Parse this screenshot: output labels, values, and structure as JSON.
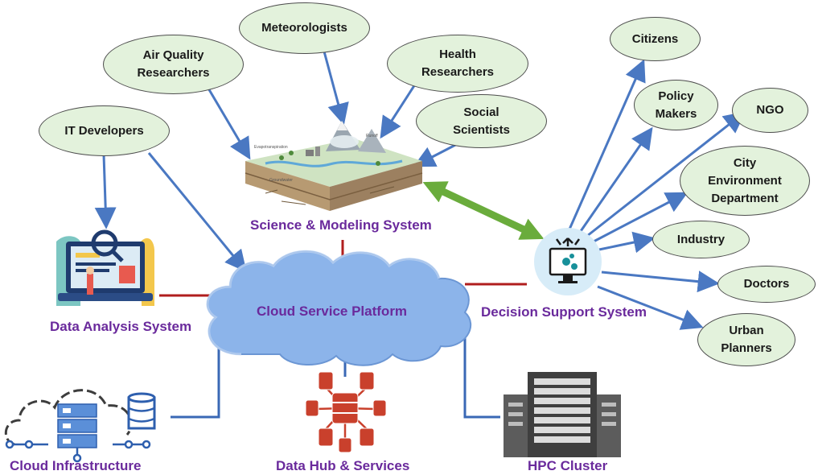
{
  "colors": {
    "oval_fill": "#e3f2dc",
    "label_purple": "#6a2a9c",
    "arrow_blue": "#4a78c2",
    "connector_red": "#b01e1e",
    "connector_blue": "#3a68b5",
    "double_arrow_green": "#6aac3c",
    "cloud_blue": "#8cb4ea",
    "datahub_red": "#c9402c",
    "server_gray": "#4a4a4a",
    "decision_teal": "#17909a"
  },
  "stakeholders": [
    {
      "id": "it-developers",
      "text": "IT Developers"
    },
    {
      "id": "air-quality-researchers",
      "text": "Air Quality\nResearchers"
    },
    {
      "id": "meteorologists",
      "text": "Meteorologists"
    },
    {
      "id": "health-researchers",
      "text": "Health\nResearchers"
    },
    {
      "id": "social-scientists",
      "text": "Social\nScientists"
    }
  ],
  "users": [
    {
      "id": "citizens",
      "text": "Citizens"
    },
    {
      "id": "policy-makers",
      "text": "Policy\nMakers"
    },
    {
      "id": "ngo",
      "text": "NGO"
    },
    {
      "id": "city-environment-department",
      "text": "City\nEnvironment\nDepartment"
    },
    {
      "id": "industry",
      "text": "Industry"
    },
    {
      "id": "doctors",
      "text": "Doctors"
    },
    {
      "id": "urban-planners",
      "text": "Urban\nPlanners"
    }
  ],
  "systems": {
    "science_modeling": "Science & Modeling System",
    "cloud_platform": "Cloud Service Platform",
    "data_analysis": "Data Analysis System",
    "decision_support": "Decision Support System",
    "cloud_infrastructure": "Cloud Infrastructure",
    "data_hub": "Data Hub & Services",
    "hpc_cluster": "HPC Cluster"
  },
  "icons": {
    "science_modeling": "hydrology-landscape-illustration",
    "data_analysis": "data-analysis-laptop-icon",
    "decision_support": "decision-monitor-icon",
    "cloud_infrastructure": "cloud-server-database-icon",
    "data_hub": "database-hub-icon",
    "hpc_cluster": "server-rack-icon"
  }
}
